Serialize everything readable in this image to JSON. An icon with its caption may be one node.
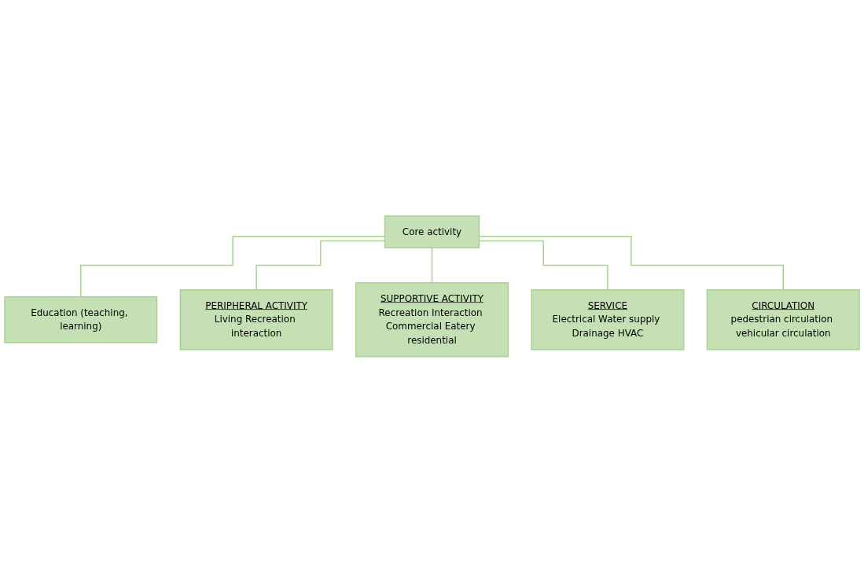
{
  "diagram": {
    "nodes": [
      {
        "text": [
          "Core activity"
        ]
      },
      {
        "text": [
          "Education (teaching, learning)"
        ]
      },
      {
        "text": [
          "PERIPHERAL ACTIVITY",
          "Living Recreation interaction"
        ]
      },
      {
        "text": [
          "SUPPORTIVE ACTIVITY",
          "Recreation Interaction Commercial Eatery residential"
        ]
      },
      {
        "text": [
          "SERVICE",
          "Electrical Water supply Drainage HVAC"
        ]
      },
      {
        "text": [
          "CIRCULATION",
          "pedestrian circulation vehicular circulation"
        ]
      }
    ],
    "edges": [
      {
        "from": 0,
        "to": 1,
        "arrow": "none"
      },
      {
        "from": 0,
        "to": 2,
        "arrow": "none"
      },
      {
        "from": 0,
        "to": 3,
        "arrow": "none"
      },
      {
        "from": 0,
        "to": 4,
        "arrow": "none"
      },
      {
        "from": 0,
        "to": 5,
        "arrow": "none"
      }
    ]
  }
}
